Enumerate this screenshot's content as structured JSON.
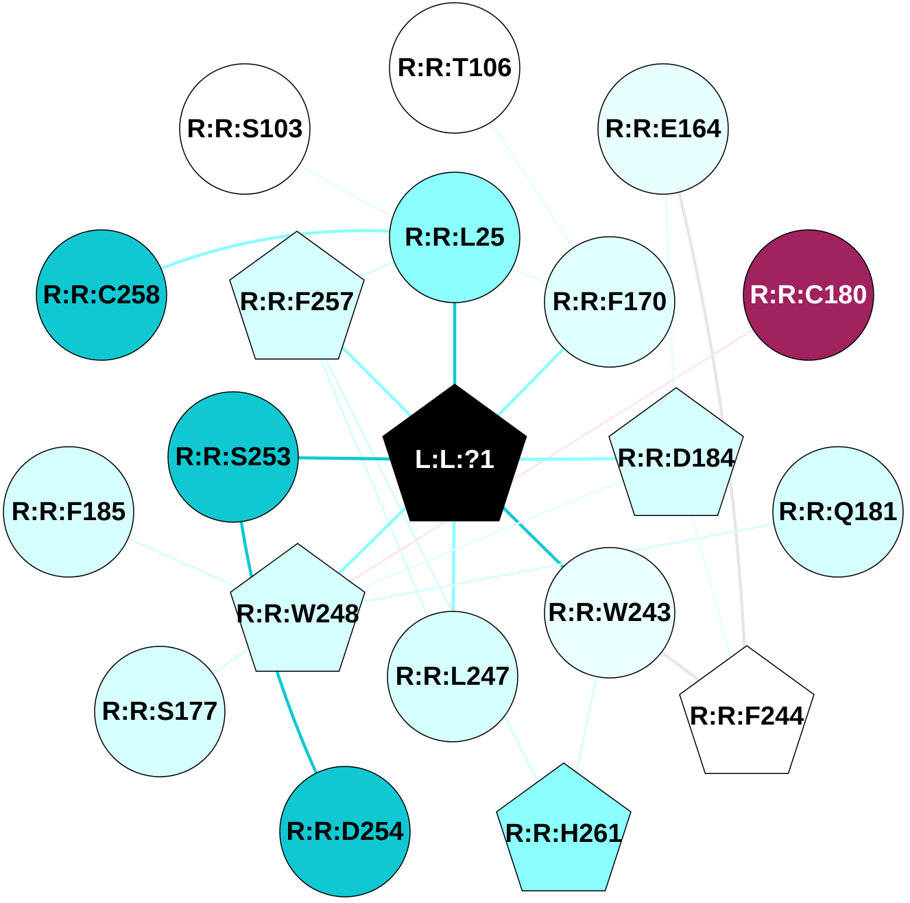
{
  "nodes": [
    {
      "id": "R:R:T106",
      "shape": "circle",
      "fill": "#ffffff",
      "text_color": "#000000"
    },
    {
      "id": "R:R:S103",
      "shape": "circle",
      "fill": "#ffffff",
      "text_color": "#000000"
    },
    {
      "id": "R:R:E164",
      "shape": "circle",
      "fill": "#e8ffff",
      "text_color": "#000000"
    },
    {
      "id": "R:R:L25",
      "shape": "circle",
      "fill": "#8cffff",
      "text_color": "#000000"
    },
    {
      "id": "R:R:C258",
      "shape": "circle",
      "fill": "#10c8d2",
      "text_color": "#000000"
    },
    {
      "id": "R:R:F257",
      "shape": "pentagon",
      "fill": "#d6ffff",
      "text_color": "#000000"
    },
    {
      "id": "R:R:F170",
      "shape": "circle",
      "fill": "#e0ffff",
      "text_color": "#000000"
    },
    {
      "id": "R:R:C180",
      "shape": "circle",
      "fill": "#a0225e",
      "text_color": "#ffffff"
    },
    {
      "id": "R:R:S253",
      "shape": "circle",
      "fill": "#10c8d2",
      "text_color": "#000000"
    },
    {
      "id": "L:L:?1",
      "shape": "pentagon",
      "fill": "#000000",
      "text_color": "#ffffff"
    },
    {
      "id": "R:R:D184",
      "shape": "pentagon",
      "fill": "#d6ffff",
      "text_color": "#000000"
    },
    {
      "id": "R:R:F185",
      "shape": "circle",
      "fill": "#d6ffff",
      "text_color": "#000000"
    },
    {
      "id": "R:R:Q181",
      "shape": "circle",
      "fill": "#d6ffff",
      "text_color": "#000000"
    },
    {
      "id": "R:R:W248",
      "shape": "pentagon",
      "fill": "#d6ffff",
      "text_color": "#000000"
    },
    {
      "id": "R:R:W243",
      "shape": "circle",
      "fill": "#eaffff",
      "text_color": "#000000"
    },
    {
      "id": "R:R:L247",
      "shape": "circle",
      "fill": "#d6ffff",
      "text_color": "#000000"
    },
    {
      "id": "R:R:S177",
      "shape": "circle",
      "fill": "#d6ffff",
      "text_color": "#000000"
    },
    {
      "id": "R:R:F244",
      "shape": "pentagon",
      "fill": "#ffffff",
      "text_color": "#000000"
    },
    {
      "id": "R:R:D254",
      "shape": "circle",
      "fill": "#10c8d2",
      "text_color": "#000000"
    },
    {
      "id": "R:R:H261",
      "shape": "pentagon",
      "fill": "#8cffff",
      "text_color": "#000000"
    }
  ],
  "edges": [
    {
      "source": "R:R:S103",
      "target": "R:R:F170",
      "color": "#e6ffff",
      "weight": "thin",
      "curve": 0.08
    },
    {
      "source": "R:R:T106",
      "target": "R:R:F170",
      "color": "#e6ffff",
      "weight": "thin",
      "curve": 0
    },
    {
      "source": "R:R:E164",
      "target": "R:R:D184",
      "color": "#e6ffff",
      "weight": "thin",
      "curve": 0
    },
    {
      "source": "R:R:E164",
      "target": "R:R:F244",
      "color": "#e6e6e6",
      "weight": "medium",
      "curve": -0.06
    },
    {
      "source": "R:R:L25",
      "target": "R:R:C258",
      "color": "#8cffff",
      "weight": "medium",
      "curve": 0.16
    },
    {
      "source": "R:R:L25",
      "target": "R:R:F257",
      "color": "#d6ffff",
      "weight": "thin",
      "curve": 0
    },
    {
      "source": "R:R:L25",
      "target": "L:L:?1",
      "color": "#10c8d2",
      "weight": "medium",
      "curve": 0
    },
    {
      "source": "R:R:F257",
      "target": "L:L:?1",
      "color": "#8cffff",
      "weight": "medium",
      "curve": 0
    },
    {
      "source": "R:R:F257",
      "target": "R:R:L247",
      "color": "#d6ffff",
      "weight": "thin",
      "curve": 0
    },
    {
      "source": "R:R:F257",
      "target": "R:R:H261",
      "color": "#d6ffff",
      "weight": "thin",
      "curve": 0
    },
    {
      "source": "R:R:F170",
      "target": "L:L:?1",
      "color": "#8cffff",
      "weight": "medium",
      "curve": 0
    },
    {
      "source": "R:R:C180",
      "target": "R:R:W248",
      "color": "#ffe6ee",
      "weight": "thin",
      "curve": 0
    },
    {
      "source": "R:R:S253",
      "target": "L:L:?1",
      "color": "#10c8d2",
      "weight": "medium",
      "curve": 0
    },
    {
      "source": "R:R:S253",
      "target": "R:R:D254",
      "color": "#10c8d2",
      "weight": "medium",
      "curve": 0.1
    },
    {
      "source": "L:L:?1",
      "target": "R:R:D184",
      "color": "#8cffff",
      "weight": "medium",
      "curve": 0
    },
    {
      "source": "L:L:?1",
      "target": "R:R:W248",
      "color": "#8cffff",
      "weight": "medium",
      "curve": 0
    },
    {
      "source": "L:L:?1",
      "target": "R:R:L247",
      "color": "#8cffff",
      "weight": "medium",
      "curve": 0
    },
    {
      "source": "L:L:?1",
      "target": "R:R:W243",
      "color": "#10c8d2",
      "weight": "medium",
      "curve": 0
    },
    {
      "source": "R:R:D184",
      "target": "R:R:W248",
      "color": "#e6ffff",
      "weight": "thin",
      "curve": 0
    },
    {
      "source": "R:R:D184",
      "target": "R:R:F244",
      "color": "#e6ffff",
      "weight": "thin",
      "curve": 0
    },
    {
      "source": "R:R:F185",
      "target": "R:R:W248",
      "color": "#d6ffff",
      "weight": "thin",
      "curve": 0
    },
    {
      "source": "R:R:Q181",
      "target": "R:R:W248",
      "color": "#d6ffff",
      "weight": "thin",
      "curve": 0
    },
    {
      "source": "R:R:W248",
      "target": "R:R:S177",
      "color": "#d6ffff",
      "weight": "thin",
      "curve": 0
    },
    {
      "source": "R:R:W243",
      "target": "R:R:F244",
      "color": "#e6e6e6",
      "weight": "medium",
      "curve": 0
    },
    {
      "source": "R:R:W243",
      "target": "R:R:H261",
      "color": "#d6ffff",
      "weight": "thin",
      "curve": 0
    }
  ]
}
